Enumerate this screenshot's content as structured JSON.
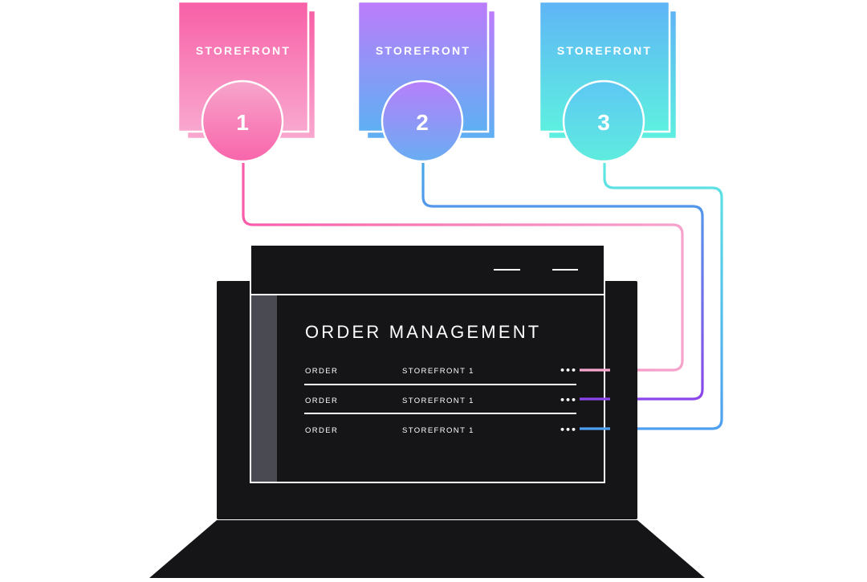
{
  "storefronts": [
    {
      "label": "STOREFRONT",
      "number": "1"
    },
    {
      "label": "STOREFRONT",
      "number": "2"
    },
    {
      "label": "STOREFRONT",
      "number": "3"
    }
  ],
  "window": {
    "title": "ORDER MANAGEMENT",
    "rows": [
      {
        "type": "ORDER",
        "source": "STOREFRONT 1",
        "menu": "•••"
      },
      {
        "type": "ORDER",
        "source": "STOREFRONT 1",
        "menu": "•••"
      },
      {
        "type": "ORDER",
        "source": "STOREFRONT 1",
        "menu": "•••"
      }
    ]
  },
  "colors": {
    "pink_top": "#f85fa6",
    "pink_bottom": "#f9a8cf",
    "purple_top": "#bd7cfb",
    "purple_bottom": "#5eb0f3",
    "cyan_top": "#5fb4f6",
    "cyan_bottom": "#5ef0e0",
    "laptop": "#151417",
    "sidebar": "#4a4a52"
  }
}
